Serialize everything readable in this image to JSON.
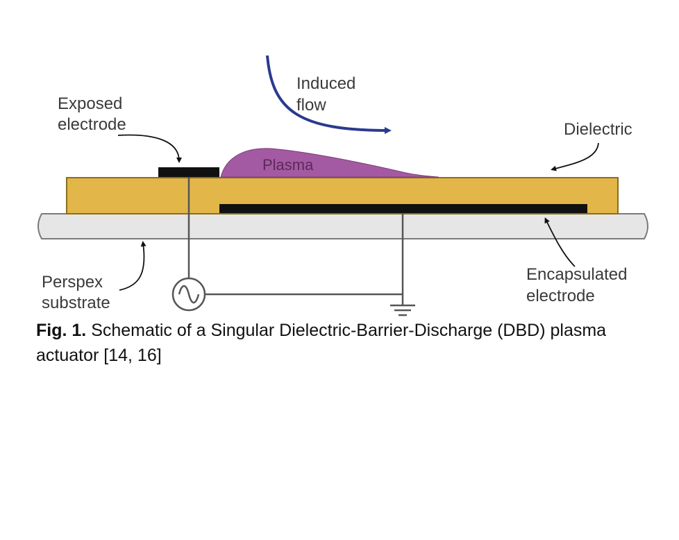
{
  "diagram": {
    "labels": {
      "induced_flow_line1": "Induced",
      "induced_flow_line2": "flow",
      "exposed_electrode_line1": "Exposed",
      "exposed_electrode_line2": "electrode",
      "dielectric": "Dielectric",
      "plasma": "Plasma",
      "perspex_line1": "Perspex",
      "perspex_line2": "substrate",
      "encapsulated_line1": "Encapsulated",
      "encapsulated_line2": "electrode"
    },
    "colors": {
      "dielectric": "#e2b649",
      "plasma": "#a45aa3",
      "substrate": "#e6e6e6",
      "electrode": "#111111",
      "flow_arrow": "#2a3a8f"
    }
  },
  "caption": {
    "figure_number": "Fig. 1.",
    "text": "Schematic of a Singular Dielectric-Barrier-Discharge (DBD) plasma actuator [14, 16]"
  }
}
